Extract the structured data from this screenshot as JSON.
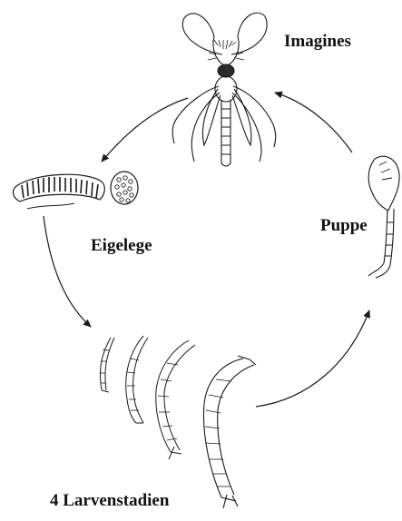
{
  "diagram": {
    "labels": {
      "adult": "Imagines",
      "eggs": "Eigelege",
      "pupa": "Puppe",
      "larvae": "4 Larvenstadien"
    },
    "colors": {
      "ink": "#1a1a1a",
      "background": "#ffffff"
    }
  }
}
